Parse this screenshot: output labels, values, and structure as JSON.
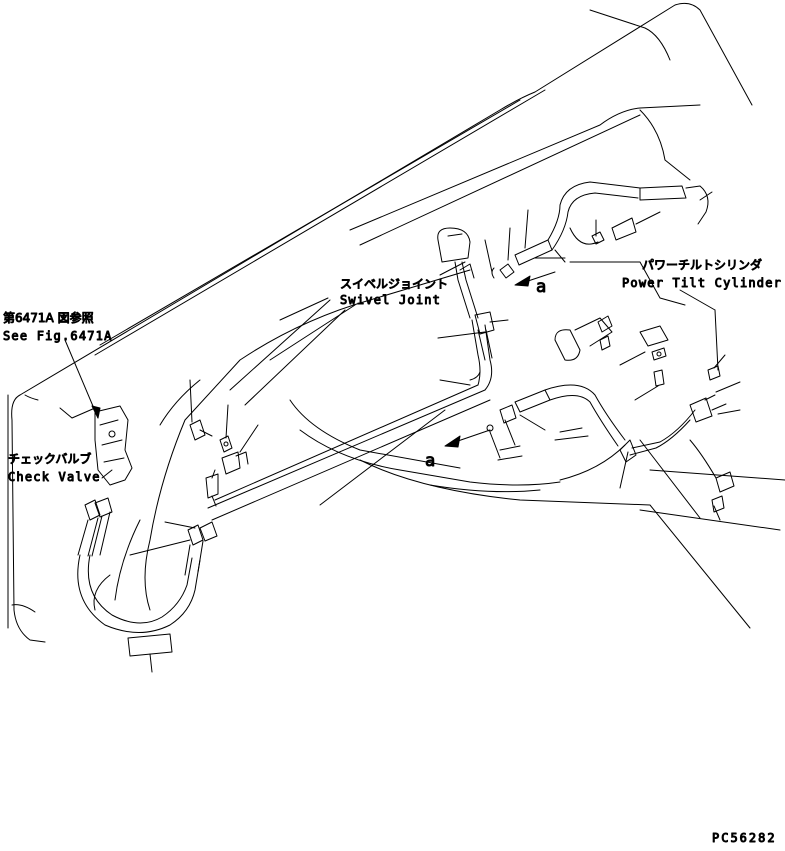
{
  "labels": {
    "see_fig_jp": "第6471A 図参照",
    "see_fig_en": "See Fig.6471A",
    "check_valve_jp": "チェックバルブ",
    "check_valve_en": "Check Valve",
    "swivel_joint_jp": "スイベルジョイント",
    "swivel_joint_en": "Swivel Joint",
    "power_tilt_jp": "パワーチルトシリンダ",
    "power_tilt_en": "Power Tilt Cylinder",
    "ref_a_upper": "a",
    "ref_a_lower": "a",
    "drawing_code": "PC56282"
  },
  "colors": {
    "line": "#000000",
    "background": "#ffffff"
  }
}
